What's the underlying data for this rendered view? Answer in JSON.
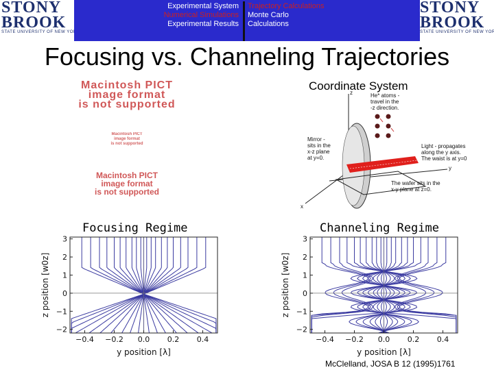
{
  "header": {
    "logo": {
      "word_line1": "STONY",
      "word_line2": "BROOK",
      "sub": "STATE UNIVERSITY OF NEW YORK"
    },
    "nav_left": [
      {
        "label": "Experimental System",
        "color": "#ffffff"
      },
      {
        "label": "Numerical Simulations",
        "color": "#cc2020"
      },
      {
        "label": "Experimental Results",
        "color": "#ffffff"
      }
    ],
    "nav_right": [
      {
        "label": "Trajectory Calculations",
        "color": "#cc2020"
      },
      {
        "label": "Monte Carlo",
        "color": "#ffffff"
      },
      {
        "label": "Calculations",
        "color": "#ffffff"
      }
    ],
    "panel_color": "#2a2acc"
  },
  "title": "Focusing vs. Channeling Trajectories",
  "pict_placeholder": {
    "large": "Macintosh PICT\nimage format\nis not supported",
    "small": "Macintosh PICT\nimage format\nis not supported"
  },
  "coordinate_system": {
    "title": "Coordinate System",
    "label_z": "z",
    "label_y": "y",
    "label_x": "x",
    "note_atoms": [
      "He* atoms -",
      "travel in the",
      "-z direction."
    ],
    "note_mirror": [
      "Mirror -",
      "sits in the",
      "x-z plane",
      "at y=0."
    ],
    "note_light": [
      "Light - propagates",
      "along the y axis.",
      "The waist is at y=0"
    ],
    "note_wafer": [
      "The wafer sits in the",
      "x-y plane at z=0."
    ]
  },
  "captions": {
    "focusing": "Focusing Regime",
    "channeling": "Channeling Regime",
    "citation": "McClelland, JOSA B 12 (1995)1761"
  },
  "chart_data": [
    {
      "type": "line",
      "title": "Focusing Regime",
      "xlabel": "y position [λ]",
      "ylabel": "z position [w0z]",
      "xlim": [
        -0.5,
        0.5
      ],
      "ylim": [
        -2.2,
        3.1
      ],
      "x_ticks": [
        "−0.4",
        "−0.2",
        "0.0",
        "0.2",
        "0.4"
      ],
      "y_ticks": [
        "−2",
        "−1",
        "0",
        "1",
        "2",
        "3"
      ],
      "regime": "focusing",
      "focus_z": -0.05,
      "initial_y": [
        -0.42,
        -0.36,
        -0.3,
        -0.25,
        -0.2,
        -0.16,
        -0.12,
        -0.08,
        -0.05,
        -0.02,
        0.0,
        0.02,
        0.05,
        0.08,
        0.12,
        0.16,
        0.2,
        0.25,
        0.3,
        0.36,
        0.42
      ],
      "color": "#3a3aa0",
      "grid": false
    },
    {
      "type": "line",
      "title": "Channeling Regime",
      "xlabel": "y position [λ]",
      "ylabel": "z position [w0z]",
      "xlim": [
        -0.5,
        0.5
      ],
      "ylim": [
        -2.2,
        3.1
      ],
      "x_ticks": [
        "−0.4",
        "−0.2",
        "0.0",
        "0.2",
        "0.4"
      ],
      "y_ticks": [
        "−2",
        "−1",
        "0",
        "1",
        "2",
        "3"
      ],
      "regime": "channeling",
      "initial_y": [
        -0.42,
        -0.36,
        -0.3,
        -0.25,
        -0.2,
        -0.16,
        -0.12,
        -0.08,
        -0.05,
        -0.02,
        0.0,
        0.02,
        0.05,
        0.08,
        0.12,
        0.16,
        0.2,
        0.25,
        0.3,
        0.36,
        0.42
      ],
      "color": "#3a3aa0",
      "grid": false
    }
  ]
}
